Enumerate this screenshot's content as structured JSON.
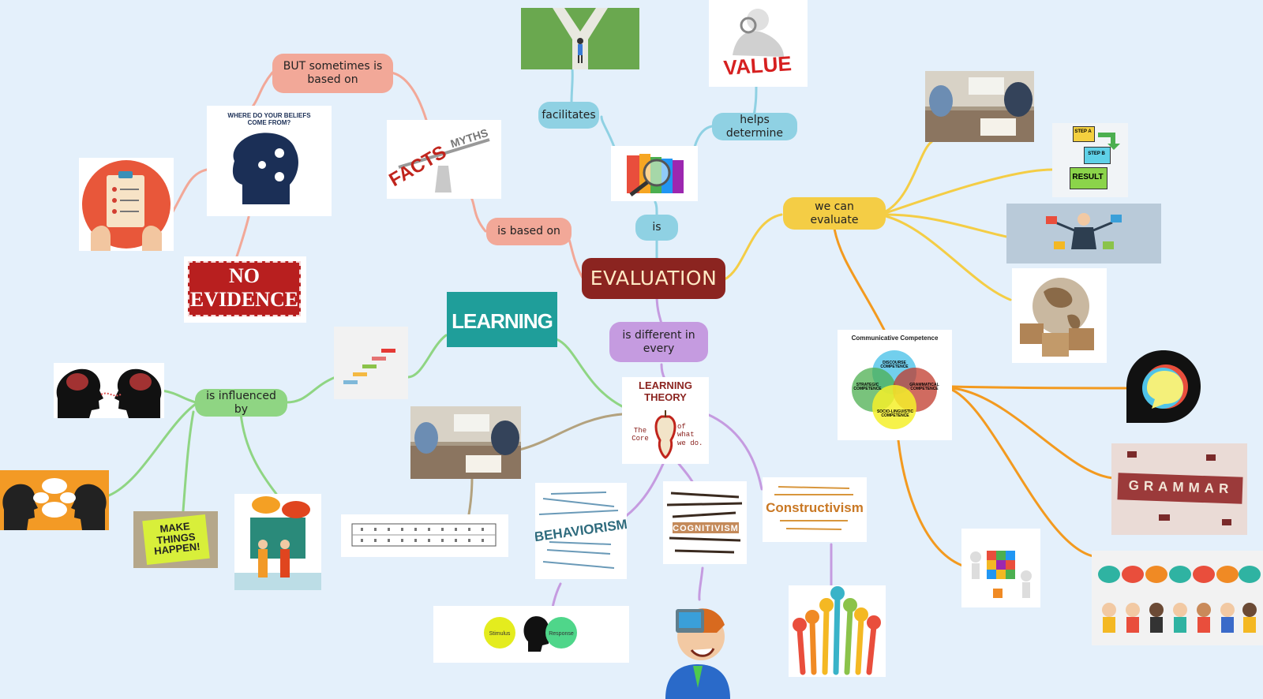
{
  "center": "EVALUATION",
  "branches": {
    "is_based_on": "is based on",
    "but_sometimes": "BUT sometimes is based on",
    "is": "is",
    "facilitates": "facilitates",
    "helps_determine": "helps determine",
    "we_can_evaluate": "we can evaluate",
    "is_different_in_every": "is different in every",
    "is_influenced_by": "is influenced by"
  },
  "image_text": {
    "value": "VALUE",
    "facts": "FACTS",
    "myths": "MYTHS",
    "beliefs_title": "WHERE DO YOUR BELIEFS COME FROM?",
    "no": "NO",
    "evidence": "EVIDENCE",
    "learning": "LEARNING",
    "learning_theory_title": "LEARNING THEORY",
    "learning_theory_left": "The Core",
    "learning_theory_right": "of what we do.",
    "behaviorism": "BEHAVIORISM",
    "cognitivism": "COGNITIVISM",
    "constructivism": "Constructivism",
    "stimulus": "Stimulus",
    "response": "Response",
    "make_things_happen": "MAKE THINGS HAPPEN!",
    "cc_title": "Communicative Competence",
    "cc_discourse": "DISCOURSE COMPETENCE",
    "cc_strategic": "STRATEGIC COMPETENCE",
    "cc_grammatical": "GRAMMATICAL COMPETENCE",
    "cc_socio": "SOCIO-LINGUISTIC COMPETENCE",
    "grammar": "GRAMMAR",
    "step_a": "STEP A",
    "step_b": "STEP B",
    "result": "RESULT"
  },
  "colors": {
    "background": "#e4f0fb",
    "center": "#8b2420",
    "pink_branch": "#f2a898",
    "blue_branch": "#8fd1e3",
    "purple_branch": "#c59be0",
    "green_branch": "#8fd583",
    "yellow_branch": "#f4cd45",
    "orange_branch": "#f39a1f",
    "tan_branch": "#b3a27e"
  }
}
